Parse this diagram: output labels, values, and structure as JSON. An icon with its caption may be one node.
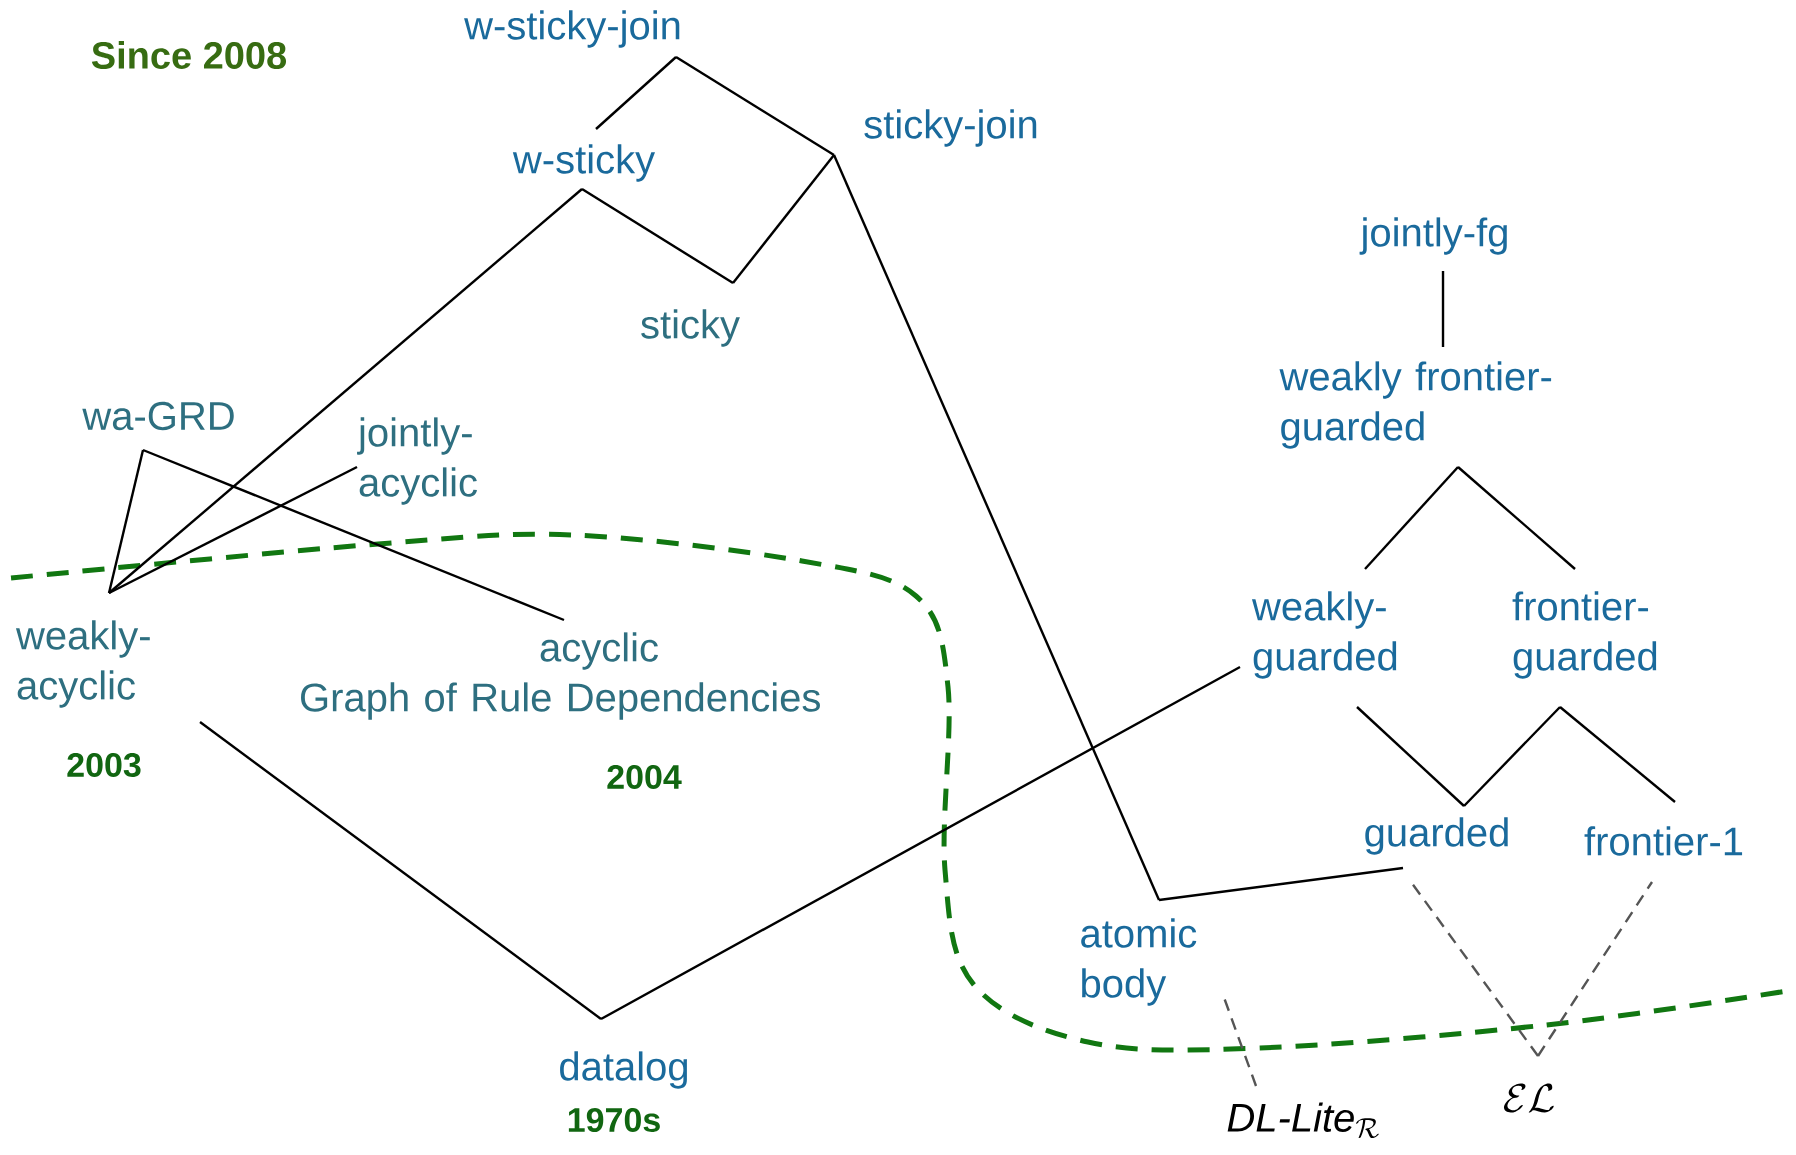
{
  "diagram": {
    "nodes": [
      {
        "text": [
          "w-sticky-join"
        ]
      },
      {
        "text": [
          "sticky-join"
        ]
      },
      {
        "text": [
          "w-sticky"
        ]
      },
      {
        "text": [
          "sticky"
        ]
      },
      {
        "text": [
          "jointly-fg"
        ]
      },
      {
        "text": [
          "weakly frontier-guarded"
        ]
      },
      {
        "text": [
          "wa-GRD"
        ]
      },
      {
        "text": [
          "jointly-acyclic"
        ]
      },
      {
        "text": [
          "weakly-acyclic"
        ],
        "beside": [
          "2003"
        ]
      },
      {
        "text": [
          "acyclic",
          "Graph of Rule Dependencies"
        ],
        "beside": [
          "2004"
        ]
      },
      {
        "text": [
          "weakly-guarded"
        ]
      },
      {
        "text": [
          "frontier-guarded"
        ]
      },
      {
        "text": [
          "guarded"
        ]
      },
      {
        "text": [
          "frontier-1"
        ]
      },
      {
        "text": [
          "atomic body"
        ]
      },
      {
        "text": [
          "datalog"
        ],
        "beside": [
          "1970s"
        ]
      },
      {
        "text": [
          "\\textit{DL-Lite}_{\\mathcal{R}}"
        ]
      },
      {
        "text": [
          "\\mathcal{EL}"
        ]
      }
    ],
    "edges": [
      {
        "from": 2,
        "to": 0,
        "arrow": "none"
      },
      {
        "from": 0,
        "to": 1,
        "arrow": "none"
      },
      {
        "from": 3,
        "to": 2,
        "arrow": "none"
      },
      {
        "from": 3,
        "to": 1,
        "arrow": "none"
      },
      {
        "from": 8,
        "to": 2,
        "arrow": "none"
      },
      {
        "from": 8,
        "to": 7,
        "arrow": "none"
      },
      {
        "from": 8,
        "to": 6,
        "arrow": "none"
      },
      {
        "from": 9,
        "to": 6,
        "arrow": "none"
      },
      {
        "from": 15,
        "to": 8,
        "arrow": "none"
      },
      {
        "from": 15,
        "to": 10,
        "arrow": "none"
      },
      {
        "from": 14,
        "to": 1,
        "arrow": "none"
      },
      {
        "from": 14,
        "to": 12,
        "arrow": "none"
      },
      {
        "from": 12,
        "to": 10,
        "arrow": "none"
      },
      {
        "from": 12,
        "to": 11,
        "arrow": "none"
      },
      {
        "from": 13,
        "to": 11,
        "arrow": "none"
      },
      {
        "from": 10,
        "to": 5,
        "arrow": "none"
      },
      {
        "from": 11,
        "to": 5,
        "arrow": "none"
      },
      {
        "from": 5,
        "to": 4,
        "arrow": "none"
      },
      {
        "from": 16,
        "to": 14,
        "arrow": "none",
        "style": "dashed",
        "color": "#555555"
      },
      {
        "from": 17,
        "to": 12,
        "arrow": "none",
        "style": "dashed",
        "color": "#555555"
      },
      {
        "from": 17,
        "to": 13,
        "arrow": "none",
        "style": "dashed",
        "color": "#555555"
      }
    ],
    "labels": [
      "Since 2008"
    ]
  }
}
